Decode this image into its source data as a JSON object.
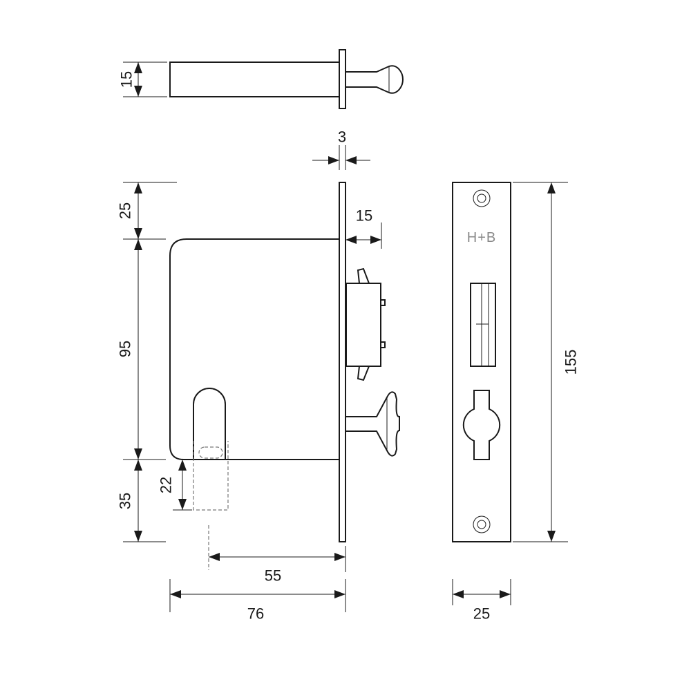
{
  "brand": "H+B",
  "dimensions": {
    "head_height": "15",
    "faceplate_thickness": "3",
    "top_offset": "25",
    "bolt_projection": "15",
    "body_height": "95",
    "bottom_offset": "35",
    "hook_depth": "22",
    "backset": "55",
    "total_depth": "76",
    "faceplate_height": "155",
    "faceplate_width": "25"
  }
}
